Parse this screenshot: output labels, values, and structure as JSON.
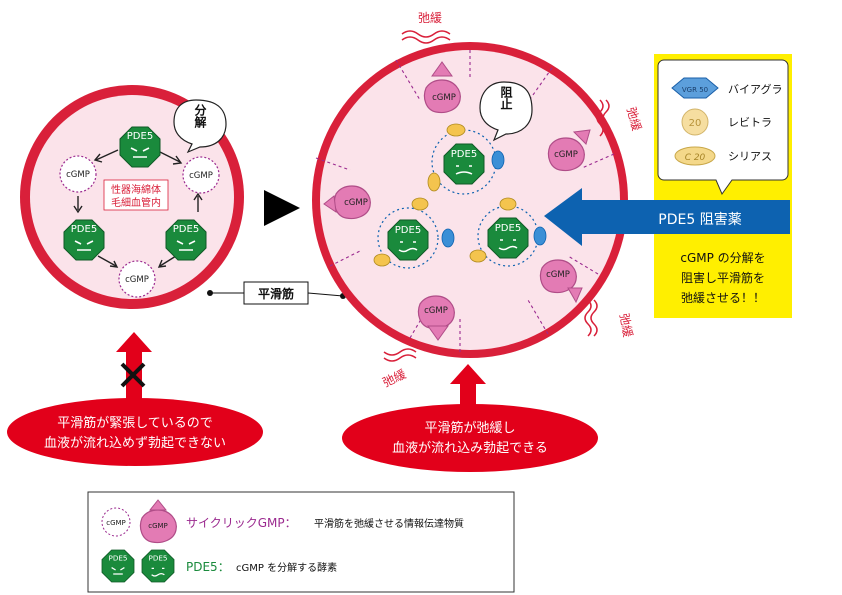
{
  "left_circle": {
    "pde5_label": "PDE5",
    "cgmp_label": "cGMP",
    "decompose_label": "分解",
    "location_line1": "性器海綿体",
    "location_line2": "毛細血管内"
  },
  "smooth_muscle_label": "平滑筋",
  "right_circle": {
    "pde5_label": "PDE5",
    "cgmp_label": "cGMP",
    "block_label": "阻止",
    "relax_label": "弛緩"
  },
  "left_caption": {
    "line1": "平滑筋が緊張しているので",
    "line2": "血液が流れ込めず勃起できない"
  },
  "right_caption": {
    "line1": "平滑筋が弛緩し",
    "line2": "血液が流れ込み勃起できる"
  },
  "inhibitor": {
    "arrow_label": "PDE5 阻害薬",
    "drugs": [
      {
        "name": "バイアグラ",
        "pill_text": "VGR 50"
      },
      {
        "name": "レビトラ",
        "pill_text": "20"
      },
      {
        "name": "シリアス",
        "pill_text": "C 20"
      }
    ],
    "description_line1": "cGMP の分解を",
    "description_line2": "阻害し平滑筋を",
    "description_line3": "弛緩させる！！"
  },
  "legend": {
    "cgmp_small": "cGMP",
    "cgmp_title": "サイクリックGMP：",
    "cgmp_desc": "平滑筋を弛緩させる情報伝達物質",
    "pde5_small": "PDE5",
    "pde5_title": "PDE5：",
    "pde5_desc": "cGMP を分解する酵素"
  },
  "colors": {
    "circle_rim": "#d9203a",
    "circle_fill": "#fbe3ea",
    "pde5_green": "#1a8a3c",
    "cgmp_pink": "#e37bb4",
    "arrow_red": "#e2001a",
    "blue_arrow": "#0d62b0",
    "yellow_box": "#ffef00",
    "legend_purple": "#9b2a8f",
    "legend_green": "#1a8a3c"
  }
}
